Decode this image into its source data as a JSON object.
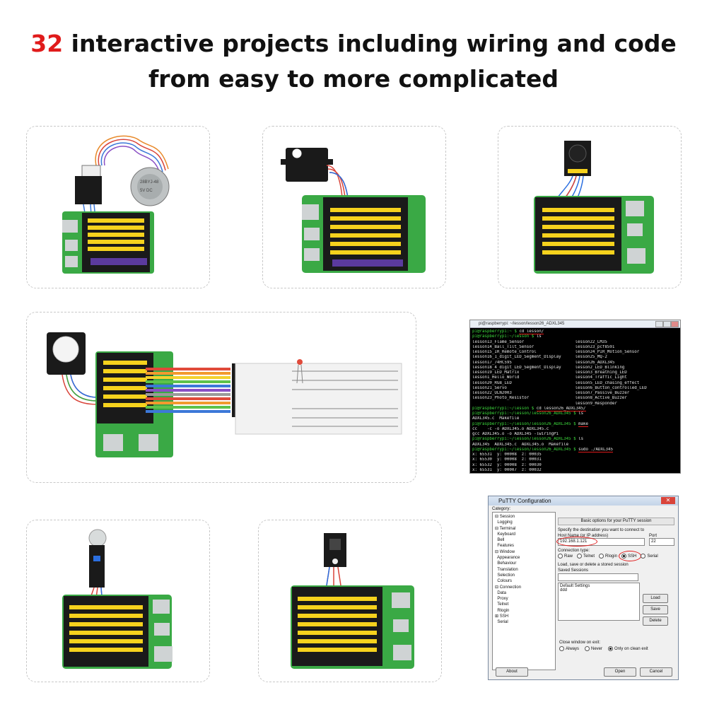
{
  "headline": {
    "count": "32",
    "line1_rest": " interactive projects including wiring and code",
    "line2": "from easy to more complicated"
  },
  "colors": {
    "accent_red": "#e01b1b",
    "board_green": "#3aa945",
    "shield_black": "#1a1a1a",
    "header_yellow": "#f6d21d",
    "wire_blue": "#2b6fe0",
    "wire_red": "#d42a2a"
  },
  "terminal": {
    "title": "pi@raspberrypi: ~/lesson/lesson26_ADXL345",
    "lines_top": [
      {
        "prompt": "pi@raspberrypi:~ $ ",
        "cmd": "cd lesson/"
      },
      {
        "prompt": "pi@raspberrypi:~/lesson $ ",
        "cmd": "ls"
      }
    ],
    "listing": [
      [
        "lesson13_Flame_Sensor",
        "lesson22_LM35"
      ],
      [
        "lesson14_Ball_Tilt_Sensor",
        "lesson23_pcf8591"
      ],
      [
        "lesson15_IR_Remote_Control",
        "lesson24_PIR_Motion_Sensor"
      ],
      [
        "lesson16_1_digit_LED_Segment_Display",
        "lesson25_MQ-2"
      ],
      [
        "lesson17_74HC595",
        "lesson26_ADXL345"
      ],
      [
        "lesson18_4_digit_LED_Segment_Display",
        "lesson2_LED_Blinking"
      ],
      [
        "lesson19_LED_Matrix",
        "lesson3_Breathing_LED"
      ],
      [
        "lesson1_Hello_World",
        "lesson4_Traffic_Light"
      ],
      [
        "lesson20_RGB_LED",
        "lesson5_LED_chasing_effect"
      ],
      [
        "lesson21_Servo",
        "lesson6_Button_controlled_LED"
      ],
      [
        "lesson22_ULN2003",
        "lesson7_Passive_Buzzer"
      ],
      [
        "lesson23_Photo_Resistor",
        "lesson8_Active_Buzzer"
      ],
      [
        "",
        "lesson9_Responder"
      ]
    ],
    "lines_bottom": [
      {
        "prompt": "pi@raspberrypi:~/lesson $ ",
        "cmd": "cd lesson26_ADXL345/"
      },
      {
        "prompt": "pi@raspberrypi:~/lesson/lesson26_ADXL345 $ ",
        "cmd": "ls"
      },
      {
        "prompt": "",
        "cmd": "ADXL345.c  Makefile"
      },
      {
        "prompt": "pi@raspberrypi:~/lesson/lesson26_ADXL345 $ ",
        "cmd": "make"
      },
      {
        "prompt": "",
        "cmd": "cc    -c -o ADXL345.o ADXL345.c"
      },
      {
        "prompt": "",
        "cmd": "gcc ADXL345.o -o ADXL345 -lwiringPi"
      },
      {
        "prompt": "pi@raspberrypi:~/lesson/lesson26_ADXL345 $ ",
        "cmd": "ls"
      },
      {
        "prompt": "",
        "cmd": "ADXL345  ADXL345.c  ADXL345.o  Makefile"
      },
      {
        "prompt": "pi@raspberrypi:~/lesson/lesson26_ADXL345 $ ",
        "cmd": "sudo ./ADXL345"
      },
      {
        "prompt": "",
        "cmd": "x: 65531  y: 00008  z: 00035"
      },
      {
        "prompt": "",
        "cmd": "x: 65530  y: 00008  z: 00031"
      },
      {
        "prompt": "",
        "cmd": "x: 65532  y: 00008  z: 00030"
      },
      {
        "prompt": "",
        "cmd": "x: 65531  y: 00007  z: 00032"
      }
    ]
  },
  "putty": {
    "title": "PuTTY Configuration",
    "category_label": "Category:",
    "tree": [
      "⊟ Session",
      "  Logging",
      "⊟ Terminal",
      "  Keyboard",
      "  Bell",
      "  Features",
      "⊟ Window",
      "  Appearance",
      "  Behaviour",
      "  Translation",
      "  Selection",
      "  Colours",
      "⊟ Connection",
      "  Data",
      "  Proxy",
      "  Telnet",
      "  Rlogin",
      "⊞ SSH",
      "  Serial"
    ],
    "header": "Basic options for your PuTTY session",
    "dest_label": "Specify the destination you want to connect to",
    "host_label": "Host Name (or IP address)",
    "port_label": "Port",
    "host_value": "192.168.1.121",
    "port_value": "22",
    "conn_type_label": "Connection type:",
    "conn_types": [
      "Raw",
      "Telnet",
      "Rlogin",
      "SSH",
      "Serial"
    ],
    "conn_selected": "SSH",
    "load_label": "Load, save or delete a stored session",
    "saved_label": "Saved Sessions",
    "sessions": [
      "Default Settings",
      "ddd"
    ],
    "load_btn": "Load",
    "save_btn": "Save",
    "delete_btn": "Delete",
    "close_label": "Close window on exit:",
    "close_options": [
      "Always",
      "Never",
      "Only on clean exit"
    ],
    "close_selected": "Only on clean exit",
    "about_btn": "About",
    "open_btn": "Open",
    "cancel_btn": "Cancel"
  }
}
